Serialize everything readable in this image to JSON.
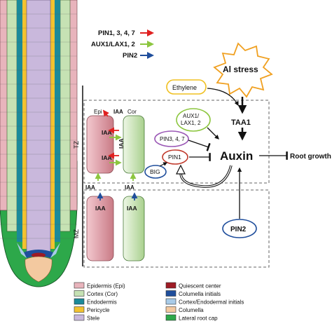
{
  "arrow_legend": {
    "pin_long": "PIN1, 3, 4, 7",
    "aux": "AUX1/LAX1, 2",
    "pin2": "PIN2",
    "colors": {
      "pin_long": "#e02020",
      "aux": "#8cc63f",
      "pin2": "#1f4e9c"
    }
  },
  "zones": {
    "tz": "TZ",
    "mz": "MZ"
  },
  "cells": {
    "epi": "Epi",
    "cor": "Cor"
  },
  "iaa": "IAA",
  "network": {
    "al_stress": "Al stress",
    "ethylene": "Ethylene",
    "taa1": "TAA1",
    "aux_line1": "AUX1/",
    "aux_line2": "LAX1, 2",
    "pin347": "PIN3, 4, 7",
    "pin1": "PIN1",
    "big": "BIG",
    "auxin": "Auxin",
    "root_growth": "Root growth",
    "pin2": "PIN2"
  },
  "tissue_legend": [
    {
      "label": "Epidermis (Epi)",
      "color": "#e8b4bc"
    },
    {
      "label": "Cortex (Cor)",
      "color": "#c6e2b4"
    },
    {
      "label": "Endodermis",
      "color": "#1b8a9a"
    },
    {
      "label": "Pericycle",
      "color": "#f2c230"
    },
    {
      "label": "Stele",
      "color": "#c9b8dc"
    },
    {
      "label": "Quiescent center",
      "color": "#9e1b24"
    },
    {
      "label": "Columella initials",
      "color": "#1f4e9c"
    },
    {
      "label": "Cortex/Endodermal initials",
      "color": "#a8cbe8"
    },
    {
      "label": "Columella",
      "color": "#f3c9a0"
    },
    {
      "label": "Lateral root cap",
      "color": "#2da84a"
    }
  ]
}
